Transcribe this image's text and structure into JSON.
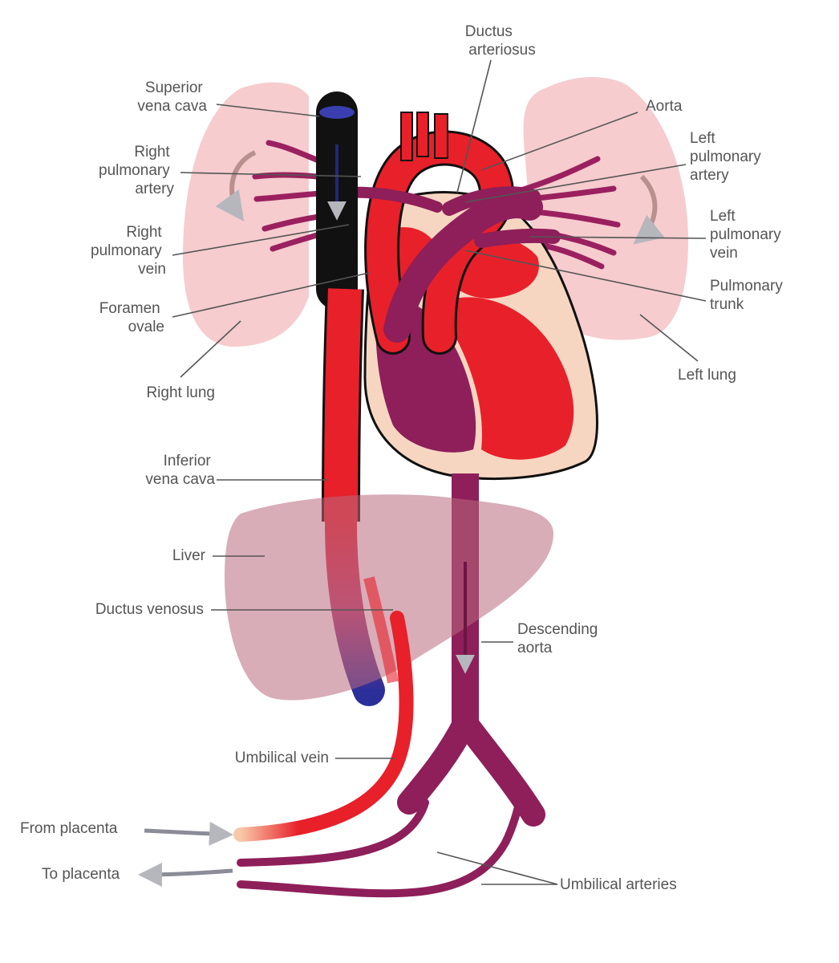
{
  "labels": {
    "ductus_arteriosus": [
      "Ductus",
      "arteriosus"
    ],
    "superior_vena_cava": [
      "Superior",
      "vena cava"
    ],
    "aorta": [
      "Aorta"
    ],
    "right_pulmonary_artery": [
      "Right",
      "pulmonary",
      "artery"
    ],
    "left_pulmonary_artery": [
      "Left",
      "pulmonary",
      "artery"
    ],
    "right_pulmonary_vein": [
      "Right",
      "pulmonary",
      "vein"
    ],
    "left_pulmonary_vein": [
      "Left",
      "pulmonary",
      "vein"
    ],
    "foramen_ovale": [
      "Foramen",
      "ovale"
    ],
    "pulmonary_trunk": [
      "Pulmonary",
      "trunk"
    ],
    "right_lung": [
      "Right lung"
    ],
    "left_lung": [
      "Left lung"
    ],
    "inferior_vena_cava": [
      "Inferior",
      "vena cava"
    ],
    "liver": [
      "Liver"
    ],
    "ductus_venosus": [
      "Ductus venosus"
    ],
    "descending_aorta": [
      "Descending",
      "aorta"
    ],
    "umbilical_vein": [
      "Umbilical vein"
    ],
    "from_placenta": [
      "From placenta"
    ],
    "to_placenta": [
      "To placenta"
    ],
    "umbilical_arteries": [
      "Umbilical arteries"
    ]
  },
  "colors": {
    "oxygenated": "#e8202a",
    "deoxygenated": "#2b2f9a",
    "mixed": "#8e1f5a",
    "lung": "#f6c9cb",
    "liver": "#b86a7e",
    "heart_wall": "#f7d6c1",
    "leader": "#555555"
  }
}
